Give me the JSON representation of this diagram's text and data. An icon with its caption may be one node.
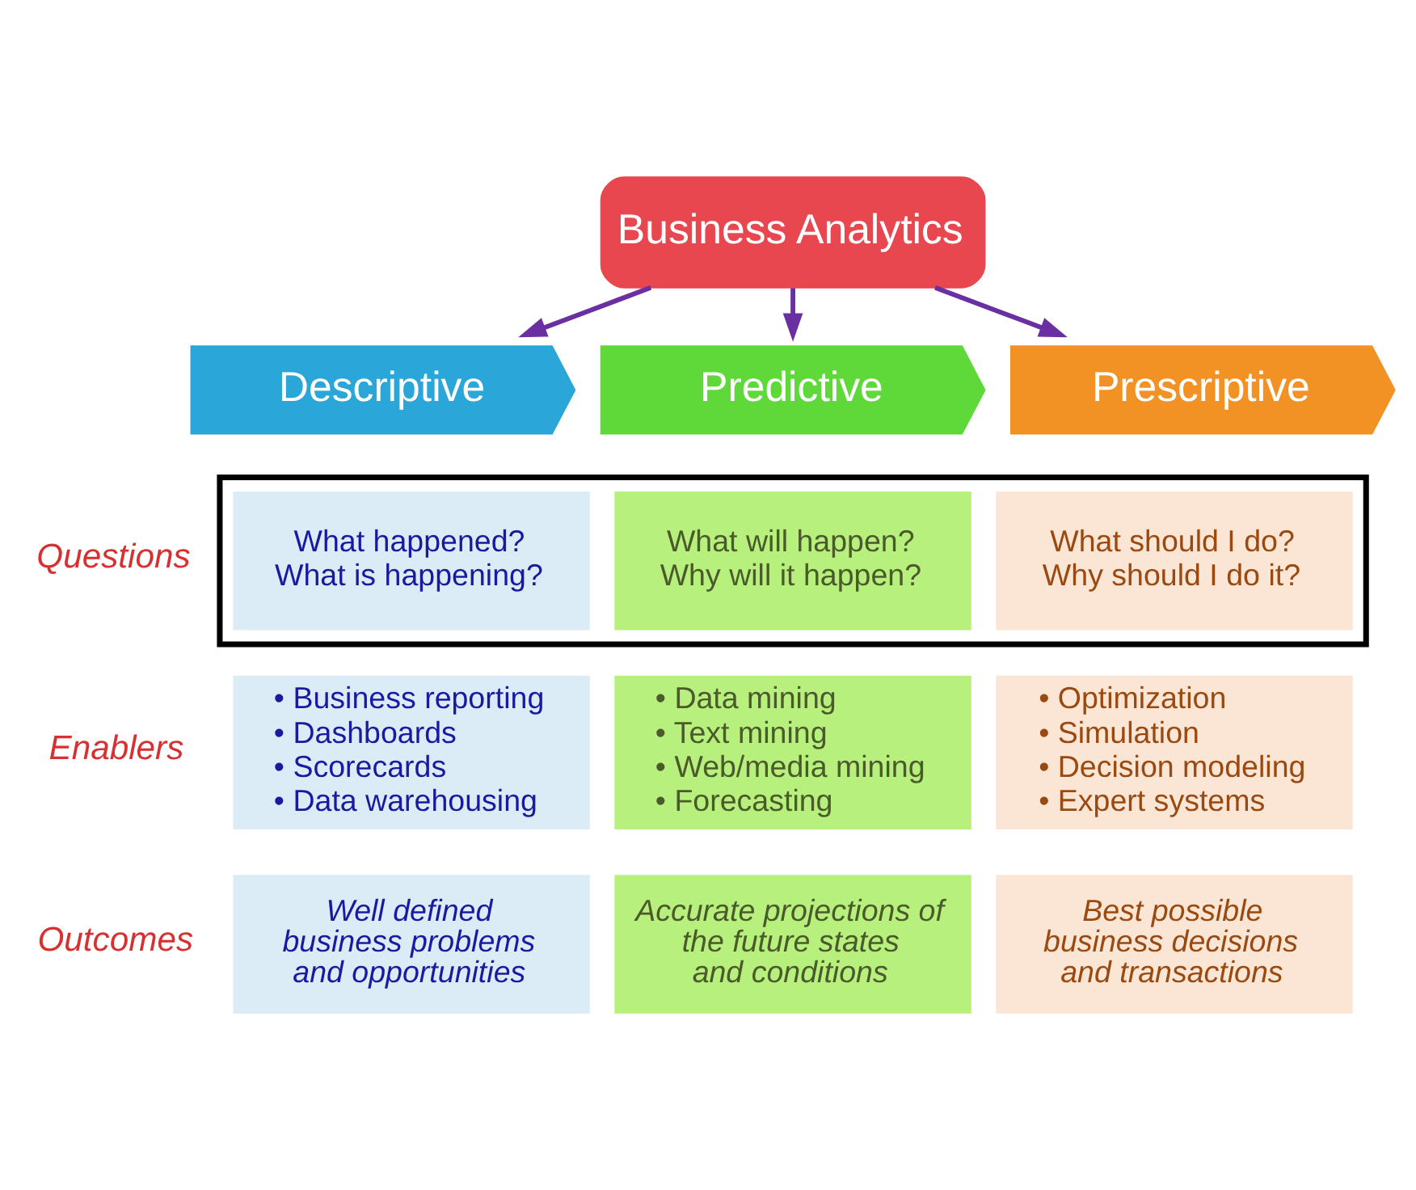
{
  "diagram": {
    "nodes": [
      {
        "text": [
          "Business Analytics"
        ]
      },
      {
        "text": [
          "Descriptive"
        ]
      },
      {
        "text": [
          "Predictive"
        ]
      },
      {
        "text": [
          "Prescriptive"
        ]
      },
      {
        "text": [],
        "shape": "box"
      },
      {
        "text": [
          "What happened?",
          "What is happening?"
        ],
        "in": 4
      },
      {
        "text": [
          "What will happen?",
          "Why will it happen?"
        ],
        "in": 4
      },
      {
        "text": [
          "What should I do?",
          "Why should I do it?"
        ],
        "in": 4
      },
      {
        "text": [
          "• Business reporting",
          "• Dashboards",
          "• Scorecards",
          "• Data warehousing"
        ]
      },
      {
        "text": [
          "• Data mining",
          "• Text mining",
          "• Web/media mining",
          "• Forecasting"
        ]
      },
      {
        "text": [
          "• Optimization",
          "• Simulation",
          "• Decision modeling",
          "• Expert systems"
        ]
      },
      {
        "text": [
          "Well defined business problems and opportunities"
        ]
      },
      {
        "text": [
          "Accurate projections of the future states and conditions"
        ]
      },
      {
        "text": [
          "Best possible business decisions and transactions"
        ]
      }
    ],
    "edges": [
      {
        "from": 0,
        "to": 1,
        "arrow": "to"
      },
      {
        "from": 0,
        "to": 2,
        "arrow": "to"
      },
      {
        "from": 0,
        "to": 3,
        "arrow": "to"
      }
    ],
    "labels": [
      "Questions",
      "Enablers",
      "Outcomes"
    ]
  }
}
